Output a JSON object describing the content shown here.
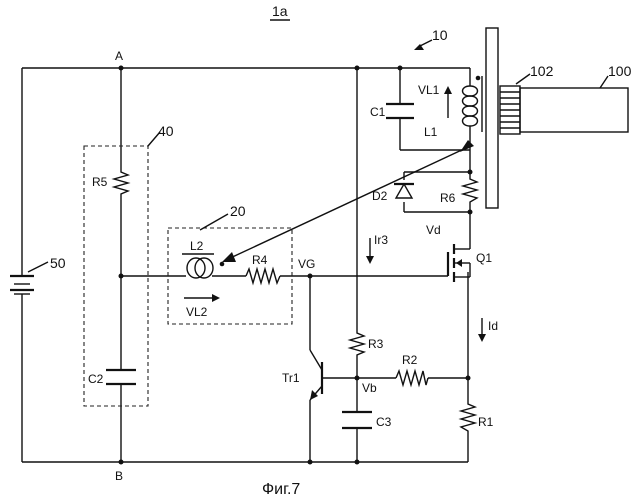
{
  "figure": {
    "device_ref": "1a",
    "caption": "Фиг.7",
    "blocks": {
      "coil_unit": "10",
      "resistor_block": "40",
      "secondary_block": "20",
      "battery": "50",
      "core": "102",
      "magnet_unit": "100"
    },
    "nodes": {
      "top": "A",
      "bottom": "B",
      "gate": "VG",
      "base": "Vb",
      "drain": "Vd"
    },
    "components": {
      "C1": "C1",
      "L1": "L1",
      "VL1": "VL1",
      "R5": "R5",
      "C2": "C2",
      "L2": "L2",
      "VL2": "VL2",
      "R4": "R4",
      "D2": "D2",
      "R6": "R6",
      "Q1": "Q1",
      "R3": "R3",
      "R2": "R2",
      "Tr1": "Tr1",
      "C3": "C3",
      "R1": "R1"
    },
    "currents": {
      "ir3": "Ir3",
      "id": "Id"
    }
  }
}
